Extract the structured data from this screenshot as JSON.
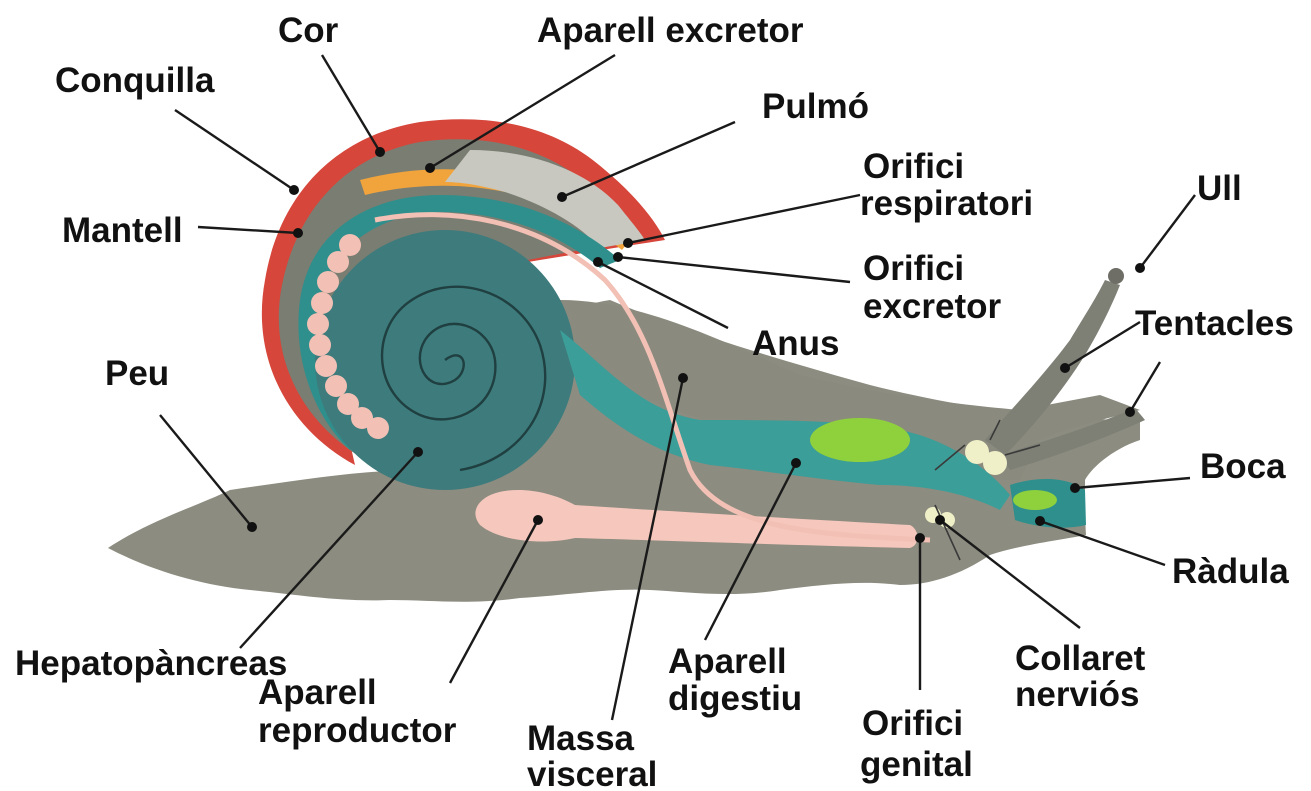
{
  "labels": {
    "cor": "Cor",
    "aparell_excretor": "Aparell excretor",
    "conquilla": "Conquilla",
    "pulmo": "Pulmó",
    "orifici_respiratori_1": "Orifici",
    "orifici_respiratori_2": "respiratori",
    "ull": "Ull",
    "mantell": "Mantell",
    "orifici_excretor_1": "Orifici",
    "orifici_excretor_2": "excretor",
    "anus": "Anus",
    "tentacles": "Tentacles",
    "peu": "Peu",
    "boca": "Boca",
    "radula": "Ràdula",
    "hepatopancreas": "Hepatopàncreas",
    "aparell_reproductor_1": "Aparell",
    "aparell_reproductor_2": "reproductor",
    "aparell_digestiu_1": "Aparell",
    "aparell_digestiu_2": "digestiu",
    "collaret_nervios_1": "Collaret",
    "collaret_nervios_2": "nerviós",
    "massa_visceral_1": "Massa",
    "massa_visceral_2": "visceral",
    "orifici_genital_1": "Orifici",
    "orifici_genital_2": "genital"
  },
  "colors": {
    "body": "#8c8c80",
    "shell_outer": "#6e726a",
    "coil": "#3e7b7c",
    "mantle_band": "#2f8f8c",
    "heart": "#d83c2a",
    "excretor": "#f2a43c",
    "lung": "#c8c8c0",
    "reproductive": "#f6c7bc",
    "hepatopancreas": "#f2c0b4",
    "digestive": "#3b9e99",
    "green_organ": "#8fd13c",
    "ganglia": "#f0f0c8"
  }
}
